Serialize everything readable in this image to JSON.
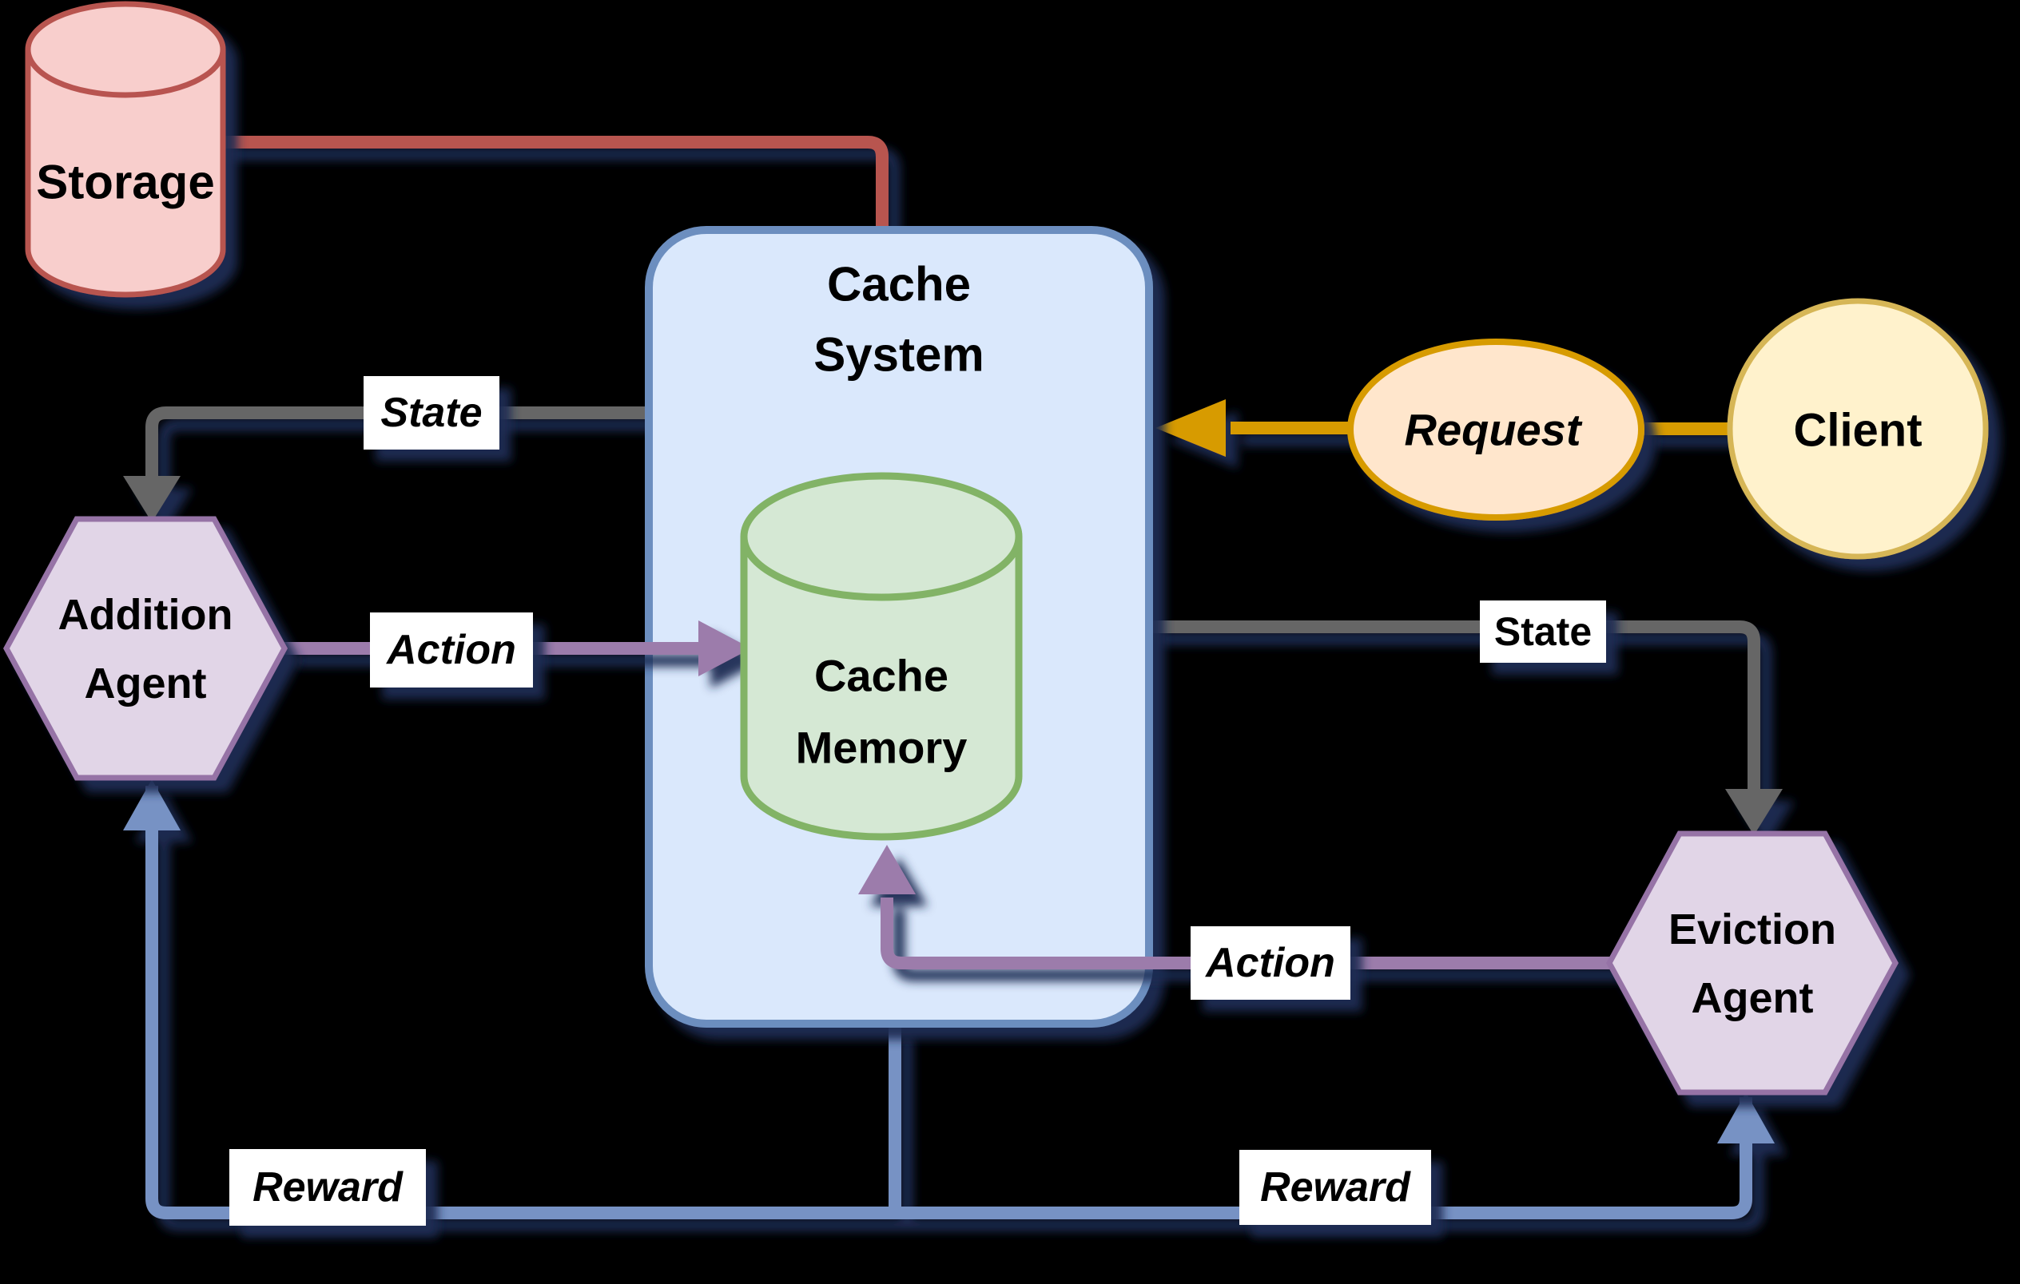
{
  "diagram": {
    "background_color": "#000000",
    "shadow_color": "#1e2a52",
    "nodes": {
      "storage": {
        "label": "Storage",
        "fill": "#f8cecc",
        "stroke": "#b85450"
      },
      "cache_system": {
        "line1": "Cache",
        "line2": "System",
        "fill": "#dae8fc",
        "stroke": "#6c8ebf"
      },
      "cache_memory": {
        "line1": "Cache",
        "line2": "Memory",
        "fill": "#d5e8d4",
        "stroke": "#82b366"
      },
      "addition_agent": {
        "line1": "Addition",
        "line2": "Agent",
        "fill": "#e1d5e7",
        "stroke": "#9673a6"
      },
      "eviction_agent": {
        "line1": "Eviction",
        "line2": "Agent",
        "fill": "#e1d5e7",
        "stroke": "#9673a6"
      },
      "request": {
        "label": "Request",
        "fill": "#ffe6cc",
        "stroke": "#d79b00"
      },
      "client": {
        "label": "Client",
        "fill": "#fff2cc",
        "stroke": "#d6b656"
      }
    },
    "edges": {
      "storage_to_cache": {
        "color": "#b85450"
      },
      "state_to_addition": {
        "label": "State",
        "color": "#666666"
      },
      "state_to_eviction": {
        "label": "State",
        "color": "#666666"
      },
      "action_from_addition": {
        "label": "Action",
        "color": "#9c7bab"
      },
      "action_from_eviction": {
        "label": "Action",
        "color": "#9c7bab"
      },
      "reward_to_addition": {
        "label": "Reward",
        "color": "#7792c4"
      },
      "reward_to_eviction": {
        "label": "Reward",
        "color": "#7792c4"
      },
      "request_to_cache": {
        "color": "#d79b00"
      }
    }
  }
}
